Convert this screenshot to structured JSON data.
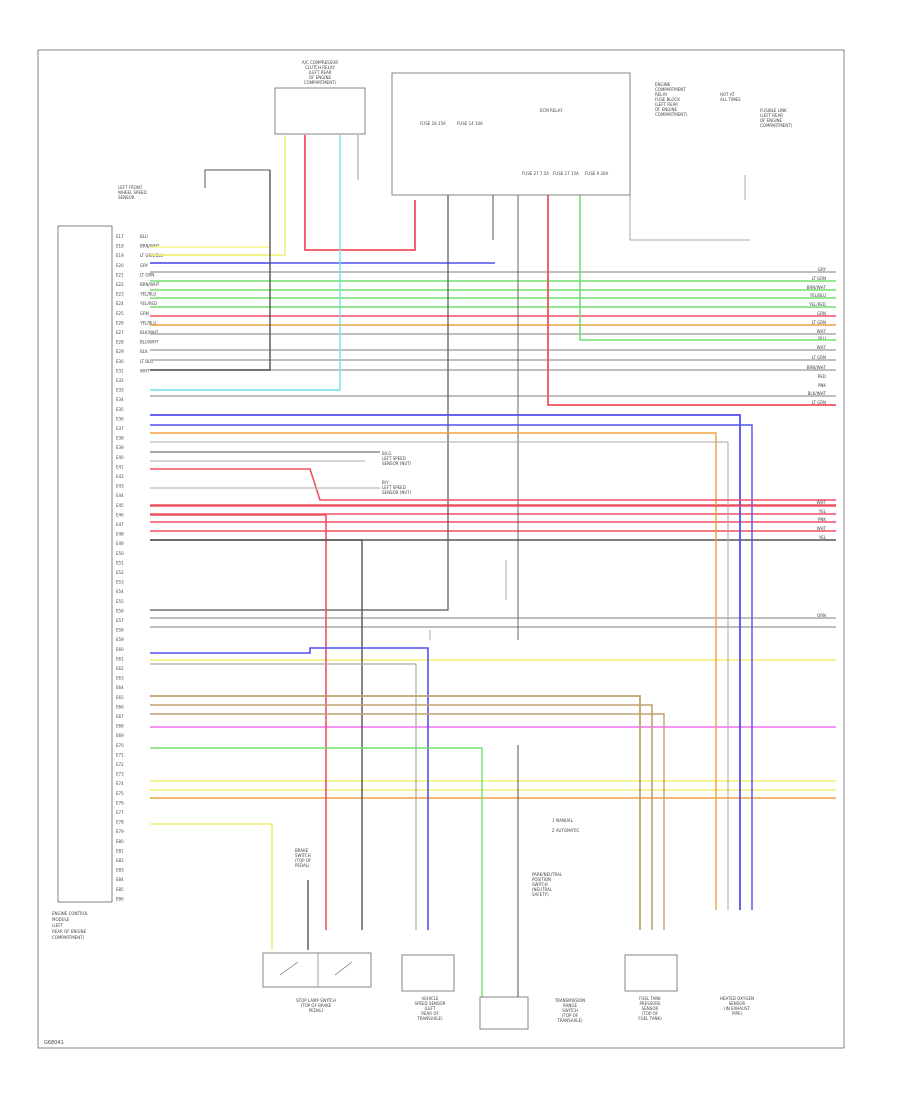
{
  "diagram": {
    "page_code": "G68041",
    "ecm": {
      "label_lines": [
        "ENGINE CONTROL",
        "MODULE",
        "(LEFT",
        "REAR OF ENGINE",
        "COMPARTMENT)"
      ]
    },
    "top_component": {
      "label_lines": [
        "A/C COMPRESSOR",
        "CLUTCH RELAY",
        "(LEFT REAR",
        "OF ENGINE",
        "COMPARTMENT)"
      ]
    },
    "relay_block": {
      "label_lines": [
        "ENGINE",
        "COMPARTMENT",
        "RELAY",
        "FUSE BLOCK",
        "(LEFT REAR",
        "OF ENGINE",
        "COMPARTMENT)"
      ],
      "fuses": [
        {
          "label": "FUSE 18 15A"
        },
        {
          "label": "FUSE 14 10A"
        },
        {
          "label": "ECM RELAY"
        },
        {
          "label": "FUSE 27 7.5A"
        },
        {
          "label": "FUSE 17 15A"
        },
        {
          "label": "FUSE 9 20A"
        }
      ]
    },
    "battery_note": {
      "label_lines": [
        "HOT AT",
        "ALL TIMES",
        "FUSIBLE LINK",
        "(LEFT REAR",
        "OF ENGINE",
        "COMPARTMENT)"
      ]
    },
    "wire_key": {
      "items": [
        "1  MANUAL",
        "2  AUTOMATIC"
      ]
    },
    "bottom_components": [
      {
        "id": "stoplamp-switch",
        "label_lines": [
          "STOP LAMP SWITCH",
          "(TOP OF BRAKE",
          "PEDAL)"
        ]
      },
      {
        "id": "vehicle-speed-sensor",
        "label_lines": [
          "VEHICLE",
          "SPEED SENSOR",
          "(LEFT",
          "REAR OF",
          "TRANSAXLE)"
        ]
      },
      {
        "id": "transmission-range",
        "label_lines": [
          "TRANSMISSION",
          "RANGE",
          "SWITCH",
          "(TOP OF",
          "TRANSAXLE)"
        ]
      },
      {
        "id": "fuel-tank-pressure",
        "label_lines": [
          "FUEL TANK",
          "PRESSURE",
          "SENSOR",
          "(TOP OF",
          "FUEL TANK)"
        ]
      },
      {
        "id": "heated-oxygen",
        "label_lines": [
          "HEATED OXYGEN",
          "SENSOR",
          "(IN EXHAUST",
          "PIPE)"
        ]
      }
    ],
    "side_labels": {
      "left_upper": [
        "LEFT FRONT",
        "WHEEL SPEED",
        "SENSOR"
      ],
      "brake_switch": [
        "BRAKE",
        "SWITCH"
      ],
      "mid_a": [
        "B/LG",
        "LEFT SPEED",
        "SENSOR (NUT)"
      ],
      "mid_b": [
        "B/Y",
        "LEFT SPEED",
        "SENSOR (NUT)"
      ],
      "pnp_lines": [
        "PARK/NEUTRAL",
        "POSITION",
        "SWITCH",
        "(NEUTRAL",
        "SAFETY)"
      ]
    },
    "ecm_pins": [
      "E17",
      "E18",
      "E19",
      "E20",
      "E21",
      "E22",
      "E23",
      "E24",
      "E25",
      "E26",
      "E27",
      "E28",
      "E29",
      "E30",
      "E31",
      "E32",
      "E33",
      "E34",
      "E35",
      "E36",
      "E37",
      "E38",
      "E39",
      "E40",
      "E41",
      "E42",
      "E43",
      "E44",
      "E45",
      "E46",
      "E47",
      "E48",
      "E49",
      "E50",
      "E51",
      "E52",
      "E53",
      "E54",
      "E55",
      "E56",
      "E57",
      "E58",
      "E59",
      "E60",
      "E61",
      "E62",
      "E63",
      "E64",
      "E65",
      "E66",
      "E67",
      "E68",
      "E69",
      "E70",
      "E71",
      "E72",
      "E73",
      "E74",
      "E75",
      "E76",
      "E77",
      "E78",
      "E79",
      "E80",
      "E81",
      "E82",
      "E83",
      "E84",
      "E85",
      "E86"
    ],
    "wire_labels": [
      "BLU",
      "BRN/WHT",
      "LT GRN/BLU",
      "GRY",
      "LT GRN",
      "BRN/WHT",
      "YEL/BLU",
      "YEL/RED",
      "GRN",
      "YEL/BLU",
      "BLK/WHT",
      "BLU/WHT",
      "BLK",
      "LT BLU",
      "WHT"
    ],
    "right_wire_labels": [
      "GRY",
      "LT GRN",
      "BRN/WHT",
      "YEL/BLU",
      "YEL/RED",
      "GRN",
      "LT GRN",
      "WHT",
      "BLU",
      "WHT",
      "LT GRN",
      "BRN/WHT",
      "RED",
      "PNK",
      "BLK/WHT",
      "LT GRN",
      "WHT",
      "YEL",
      "PNK",
      "WHT",
      "YEL",
      "ORN"
    ],
    "colors": {
      "red": "#f05060",
      "green": "#70e070",
      "blue": "#5050f0",
      "cyan": "#70e0f0",
      "yellow": "#f0f070",
      "orange": "#f0a040",
      "brown": "#c0a070",
      "pink": "#f070f0",
      "gray": "#aaaaaa",
      "dark": "#555555"
    }
  }
}
